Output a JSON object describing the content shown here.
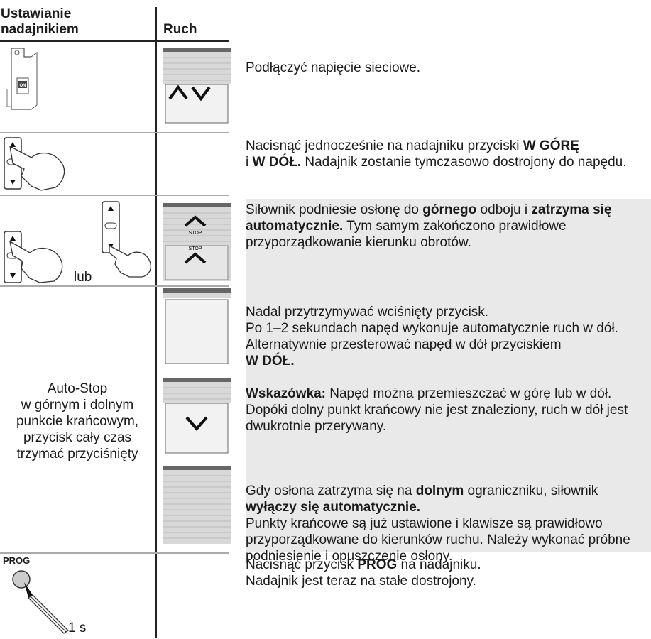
{
  "header": {
    "col1_line1": "Ustawianie",
    "col1_line2": "nadajnikiem",
    "col2": "Ruch"
  },
  "steps": [
    {
      "text": "Podłączyć napięcie sieciowe."
    },
    {
      "t1": "Nacisnąć jednocześnie na nadajniku przyciski ",
      "b1": "W GÓRĘ",
      "t2": "i ",
      "b2": "W DÓŁ.",
      "t3": " Nadajnik zostanie tymczasowo dostrojony do napędu."
    },
    {
      "t1": "Siłownik podniesie osłonę do ",
      "b1": "górnego",
      "t2": " odboju i ",
      "b2": "zatrzyma się automatycznie.",
      "t3": " Tym samym zakończono prawidłowe przyporządkowanie kierunku obrotów."
    },
    {
      "t1": "Nadal przytrzymywać wciśnięty przycisk.",
      "t2": "Po 1–2 sekundach napęd wykonuje automatycznie ruch w dół. Alternatywnie przesterować napęd w dół przyciskiem",
      "b1": "W DÓŁ.",
      "b2": "Wskazówka:",
      "t3": " Napęd można przemieszczać w górę lub w dół. Dopóki dolny punkt krańcowy nie jest znaleziony, ruch w dół jest dwukrotnie przerywany."
    },
    {
      "t1": "Gdy osłona zatrzyma się na ",
      "b1": "dolnym",
      "t2": " ograniczniku, siłownik",
      "b2": "wyłączy się automatycznie.",
      "t3": "Punkty krańcowe są już ustawione i klawisze są prawidłowo przyporządkowane do kierunków ruchu. Należy wykonać próbne podniesienie i opuszczenie osłony."
    },
    {
      "t1": "Nacisnąć przycisk ",
      "b1": "PROG",
      "t2": " na nadajniku.",
      "t3": "Nadajnik jest teraz na stałe dostrojony."
    }
  ],
  "labels": {
    "on": "ON",
    "lub": "lub",
    "stop": "STOP",
    "prog": "PROG",
    "duration": "1 s",
    "autostop": [
      "Auto-Stop",
      "w górnym i dolnym",
      "punkcie krańcowym,",
      "przycisk cały czas",
      "trzymać przyciśnięty"
    ]
  }
}
